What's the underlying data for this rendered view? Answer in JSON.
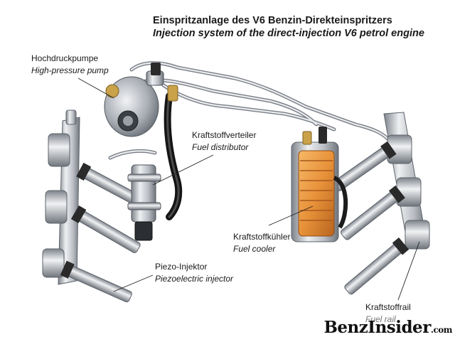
{
  "title": {
    "de": "Einspritzanlage des V6 Benzin-Direkteinspritzers",
    "en": "Injection system of the direct-injection V6 petrol engine"
  },
  "labels": {
    "pump": {
      "de": "Hochdruckpumpe",
      "en": "High-pressure pump"
    },
    "distributor": {
      "de": "Kraftstoffverteiler",
      "en": "Fuel distributor"
    },
    "cooler": {
      "de": "Kraftstoffkühler",
      "en": "Fuel cooler"
    },
    "injector": {
      "de": "Piezo-Injektor",
      "en": "Piezoelectric injector"
    },
    "rail": {
      "de": "Kraftstoffrail",
      "en": "Fuel rail"
    }
  },
  "watermark": {
    "name": "BenzInsider",
    "domain": ".com"
  },
  "colors": {
    "metal": "#c9ccd1",
    "metal_dark": "#8d9299",
    "cooler": "#e8923a",
    "hose": "#1c1c1c",
    "brass": "#c9a24a"
  }
}
